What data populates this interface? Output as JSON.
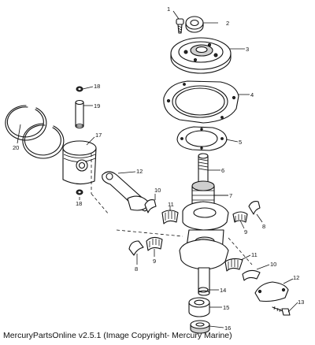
{
  "diagram": {
    "callouts": [
      "1",
      "2",
      "3",
      "4",
      "5",
      "6",
      "7",
      "8",
      "8",
      "9",
      "9",
      "10",
      "10",
      "11",
      "11",
      "12",
      "12",
      "13",
      "14",
      "15",
      "16",
      "17",
      "18",
      "18",
      "19",
      "20"
    ]
  },
  "footer": {
    "caption": "MercuryPartsOnline v2.5.1 (Image Copyright- Mercury Marine)"
  }
}
